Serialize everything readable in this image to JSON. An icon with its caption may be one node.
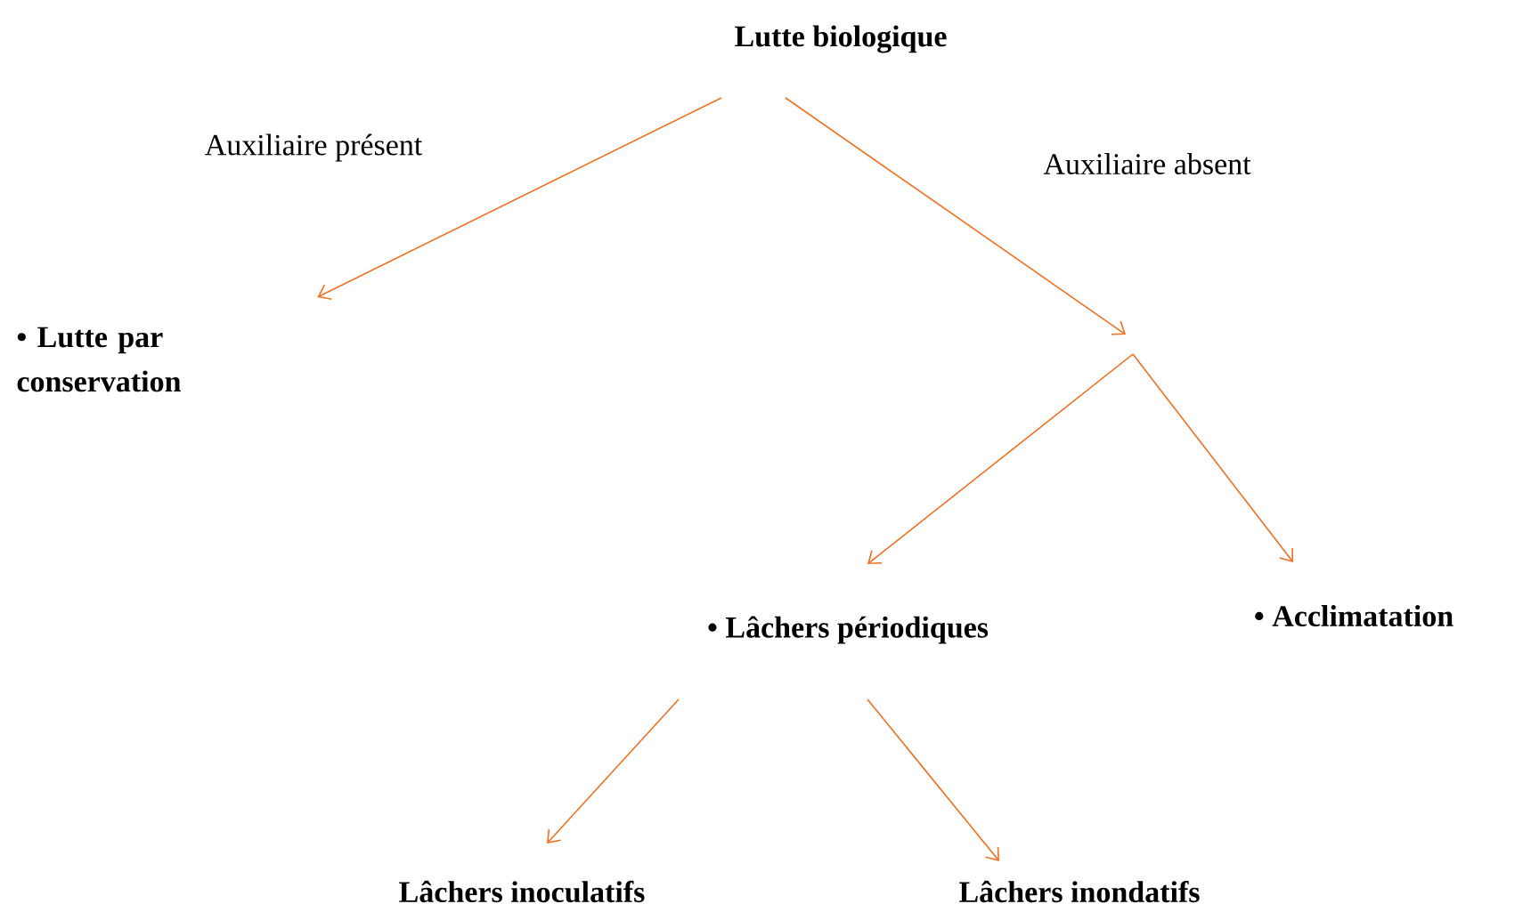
{
  "diagram": {
    "nodes": [
      {
        "text": [
          "Lutte biologique"
        ]
      },
      {
        "text": [
          "• Lutte par conservation"
        ]
      },
      {
        "text": [
          "• Lâchers périodiques"
        ]
      },
      {
        "text": [
          "• Acclimatation"
        ]
      },
      {
        "text": [
          "Lâchers inoculatifs"
        ]
      },
      {
        "text": [
          "Lâchers inondatifs"
        ]
      }
    ],
    "edges": [
      {
        "from": 0,
        "to": 1,
        "arrow": "to",
        "label": "Auxiliaire présent"
      },
      {
        "from": 0,
        "to": null,
        "arrow": "to",
        "label": "Auxiliaire absent"
      },
      {
        "from": null,
        "to": 2,
        "arrow": "to"
      },
      {
        "from": null,
        "to": 3,
        "arrow": "to"
      },
      {
        "from": 2,
        "to": 4,
        "arrow": "to"
      },
      {
        "from": 2,
        "to": 5,
        "arrow": "to"
      }
    ]
  }
}
